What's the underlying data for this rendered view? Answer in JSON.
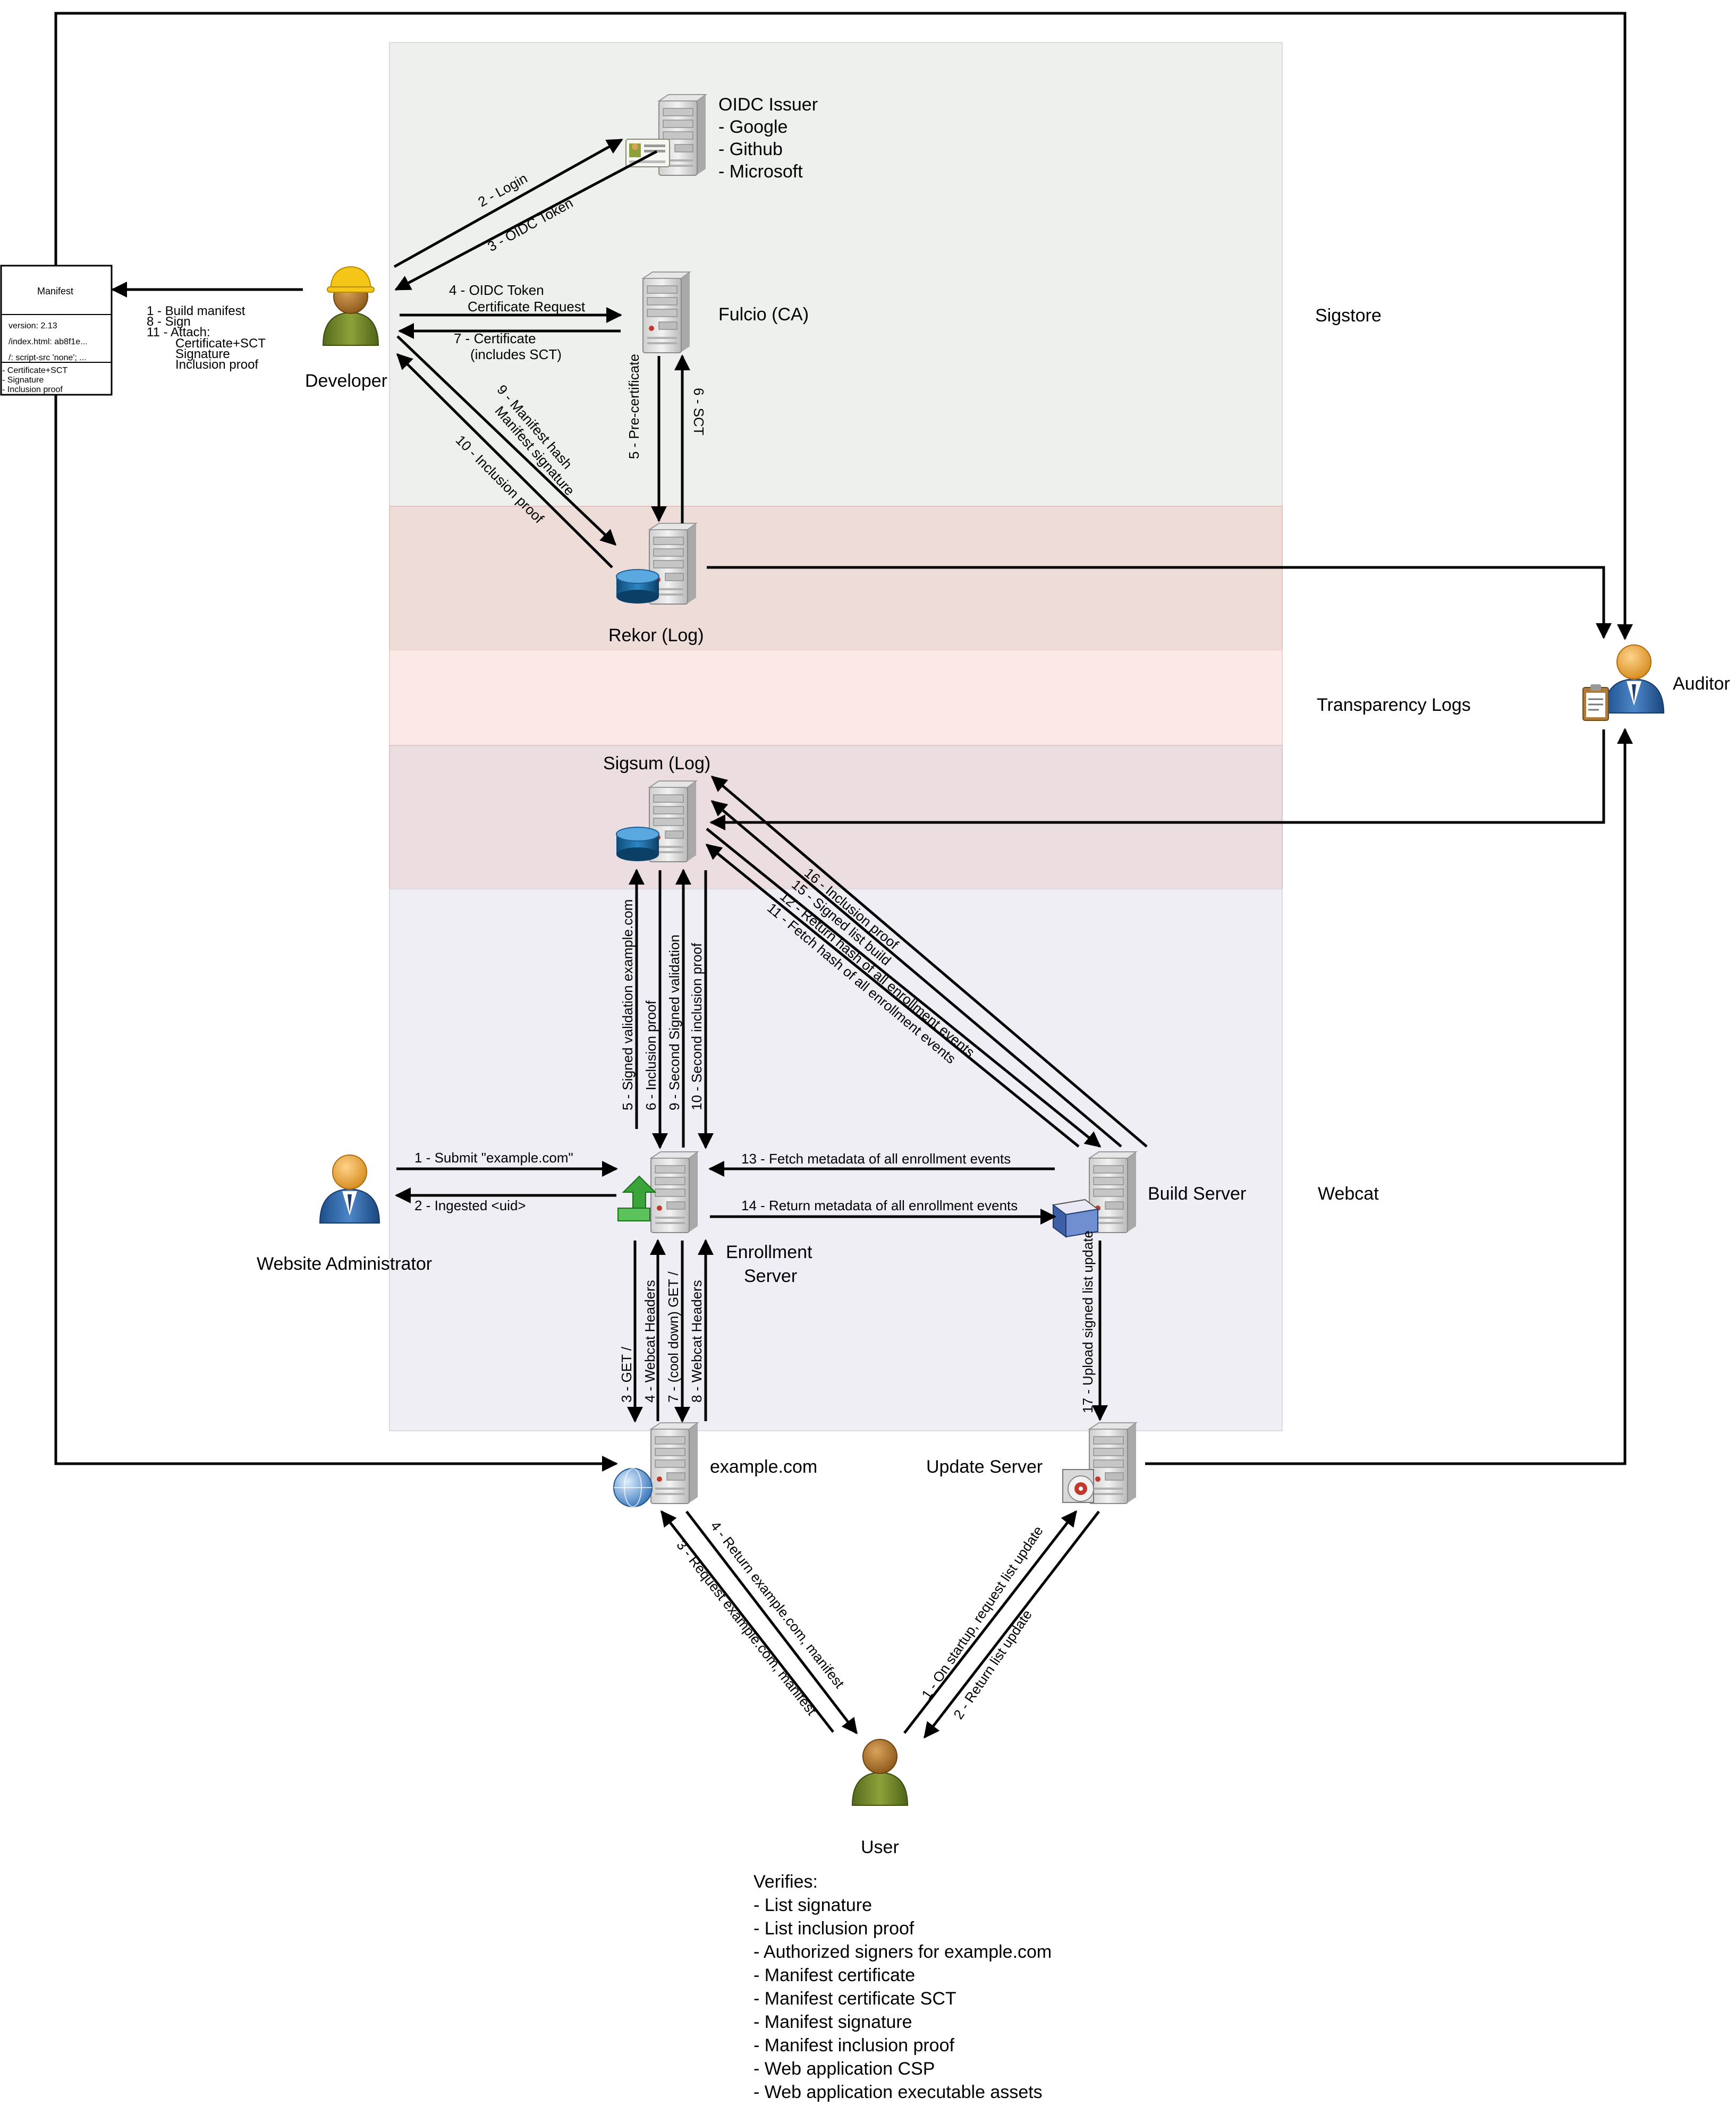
{
  "colors": {
    "sigstore_zone": "#eef0ee",
    "rekor_zone": "#eedcd9",
    "transparency_zone": "#fde8e8",
    "sigsum_zone": "#ecdde1",
    "webcat_zone": "#efeef4",
    "line": "#000000"
  },
  "zones": {
    "sigstore": "Sigstore",
    "transparency": "Transparency Logs",
    "webcat": "Webcat"
  },
  "nodes": {
    "oidc": {
      "title": "OIDC Issuer",
      "items": [
        " - Google",
        " - Github",
        " - Microsoft"
      ],
      "icon": "server-id-card"
    },
    "fulcio": {
      "label": "Fulcio (CA)",
      "icon": "server"
    },
    "rekor": {
      "label": "Rekor (Log)",
      "icon": "server-database"
    },
    "sigsum": {
      "label": "Sigsum (Log)",
      "icon": "server-database"
    },
    "developer": {
      "label": "Developer",
      "icon": "person-hardhat"
    },
    "auditor": {
      "label": "Auditor",
      "icon": "person-clipboard"
    },
    "admin": {
      "label": "Website Administrator",
      "icon": "person-tie"
    },
    "enrollment": {
      "label_line1": "Enrollment",
      "label_line2": "Server",
      "icon": "server-recycle"
    },
    "build": {
      "label": "Build Server",
      "icon": "server-book"
    },
    "example": {
      "label": "example.com",
      "icon": "server-globe"
    },
    "update": {
      "label": "Update Server",
      "icon": "server-disc"
    },
    "user": {
      "label": "User",
      "icon": "person"
    }
  },
  "manifest": {
    "title": "Manifest",
    "fields": [
      "version: 2.13",
      "/index.html: ab8f1e...",
      "/: script-src 'none'; ..."
    ],
    "attachments": [
      "- Certificate+SCT",
      "- Signature",
      "- Inclusion proof"
    ]
  },
  "developer_steps": [
    "1  - Build manifest",
    "8  - Sign",
    "11 - Attach:",
    "Certificate+SCT",
    "Signature",
    "Inclusion proof"
  ],
  "edges": {
    "login": "2 - Login",
    "oidc_token": "3 - OIDC Token",
    "token_csr_1": "4 - OIDC Token",
    "token_csr_2": "Certificate Request",
    "certificate_1": "7 - Certificate",
    "certificate_2": "(includes SCT)",
    "precert": "5 - Pre-certificate",
    "sct": "6 - SCT",
    "manifest_hash_1": "9 - Manifest hash",
    "manifest_hash_2": "Manifest signature",
    "inclusion_proof_dev": "10 - Inclusion proof",
    "signed_validation": "5 - Signed validation example.com",
    "inclusion_proof": "6 - Inclusion proof",
    "second_signed_validation": "9 - Second Signed validation",
    "second_inclusion_proof": "10 - Second inclusion proof",
    "inclusion_proof_16": "16 - Inclusion proof",
    "signed_list_build_15": "15 - Signed list build",
    "return_hash_12": "12 - Return hash of all enrollment events",
    "fetch_hash_11": "11 - Fetch hash of all enrollment events",
    "submit": "1 - Submit \"example.com\"",
    "ingested": "2 - Ingested <uid>",
    "fetch_metadata": "13 - Fetch metadata of all enrollment events",
    "return_metadata": "14 - Return metadata of all enrollment events",
    "get_root": "3 - GET /",
    "webcat_headers_4": "4 - Webcat Headers",
    "cooldown_get": "7 - (cool down) GET /",
    "webcat_headers_8": "8 - Webcat Headers",
    "upload_signed_list": "17 - Upload signed list update",
    "request_manifest": "3 - Request example.com, manifest",
    "return_manifest": "4 - Return example.com, manifest",
    "startup_request": "1 - On startup, request list update",
    "return_list": "2 - Return list update"
  },
  "user_verifies": {
    "title": "Verifies:",
    "items": [
      " - List signature",
      " - List inclusion proof",
      " - Authorized signers for example.com",
      " - Manifest certificate",
      " - Manifest certificate SCT",
      " - Manifest signature",
      " - Manifest inclusion proof",
      " - Web application CSP",
      " - Web application executable assets"
    ]
  }
}
